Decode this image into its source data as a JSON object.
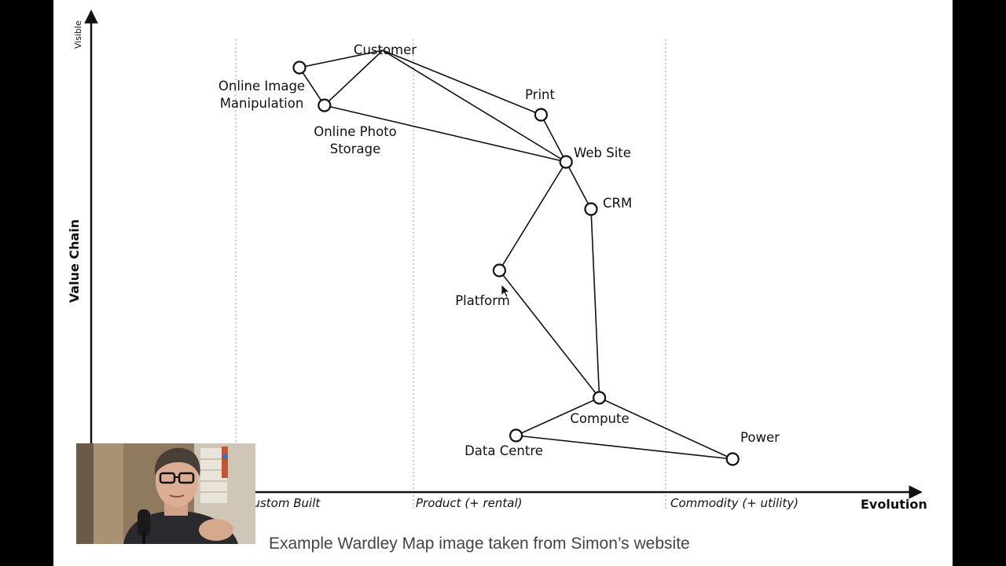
{
  "diagram": {
    "axes": {
      "y_label": "Value Chain",
      "y_top_label": "Visible",
      "x_label": "Evolution"
    },
    "stages": [
      {
        "label": "Custom Built"
      },
      {
        "label": "Product (+ rental)"
      },
      {
        "label": "Commodity (+ utility)"
      }
    ],
    "nodes": [
      {
        "id": "customer",
        "label": "Customer",
        "evolution": 0.35,
        "visibility": 0.97
      },
      {
        "id": "online-image",
        "label1": "Online Image",
        "label2": "Manipulation",
        "evolution": 0.25,
        "visibility": 0.9
      },
      {
        "id": "online-photo",
        "label1": "Online Photo",
        "label2": "Storage",
        "evolution": 0.28,
        "visibility": 0.82
      },
      {
        "id": "print",
        "label": "Print",
        "evolution": 0.54,
        "visibility": 0.8
      },
      {
        "id": "web-site",
        "label": "Web Site",
        "evolution": 0.57,
        "visibility": 0.7
      },
      {
        "id": "crm",
        "label": "CRM",
        "evolution": 0.6,
        "visibility": 0.6
      },
      {
        "id": "platform",
        "label": "Platform",
        "evolution": 0.49,
        "visibility": 0.47
      },
      {
        "id": "compute",
        "label": "Compute",
        "evolution": 0.61,
        "visibility": 0.2
      },
      {
        "id": "data-centre",
        "label": "Data Centre",
        "evolution": 0.51,
        "visibility": 0.12
      },
      {
        "id": "power",
        "label": "Power",
        "evolution": 0.77,
        "visibility": 0.07
      }
    ],
    "links": [
      [
        "customer",
        "online-image"
      ],
      [
        "customer",
        "online-photo"
      ],
      [
        "customer",
        "web-site"
      ],
      [
        "customer",
        "print"
      ],
      [
        "online-image",
        "online-photo"
      ],
      [
        "online-photo",
        "web-site"
      ],
      [
        "print",
        "web-site"
      ],
      [
        "web-site",
        "crm"
      ],
      [
        "web-site",
        "platform"
      ],
      [
        "crm",
        "compute"
      ],
      [
        "platform",
        "compute"
      ],
      [
        "compute",
        "data-centre"
      ],
      [
        "compute",
        "power"
      ],
      [
        "data-centre",
        "power"
      ]
    ]
  },
  "caption": "Example Wardley Map image taken from Simon’s website",
  "colors": {
    "ink": "#111111",
    "divider": "#9a9a9a",
    "caption": "#444444",
    "letterbox": "#000000"
  }
}
